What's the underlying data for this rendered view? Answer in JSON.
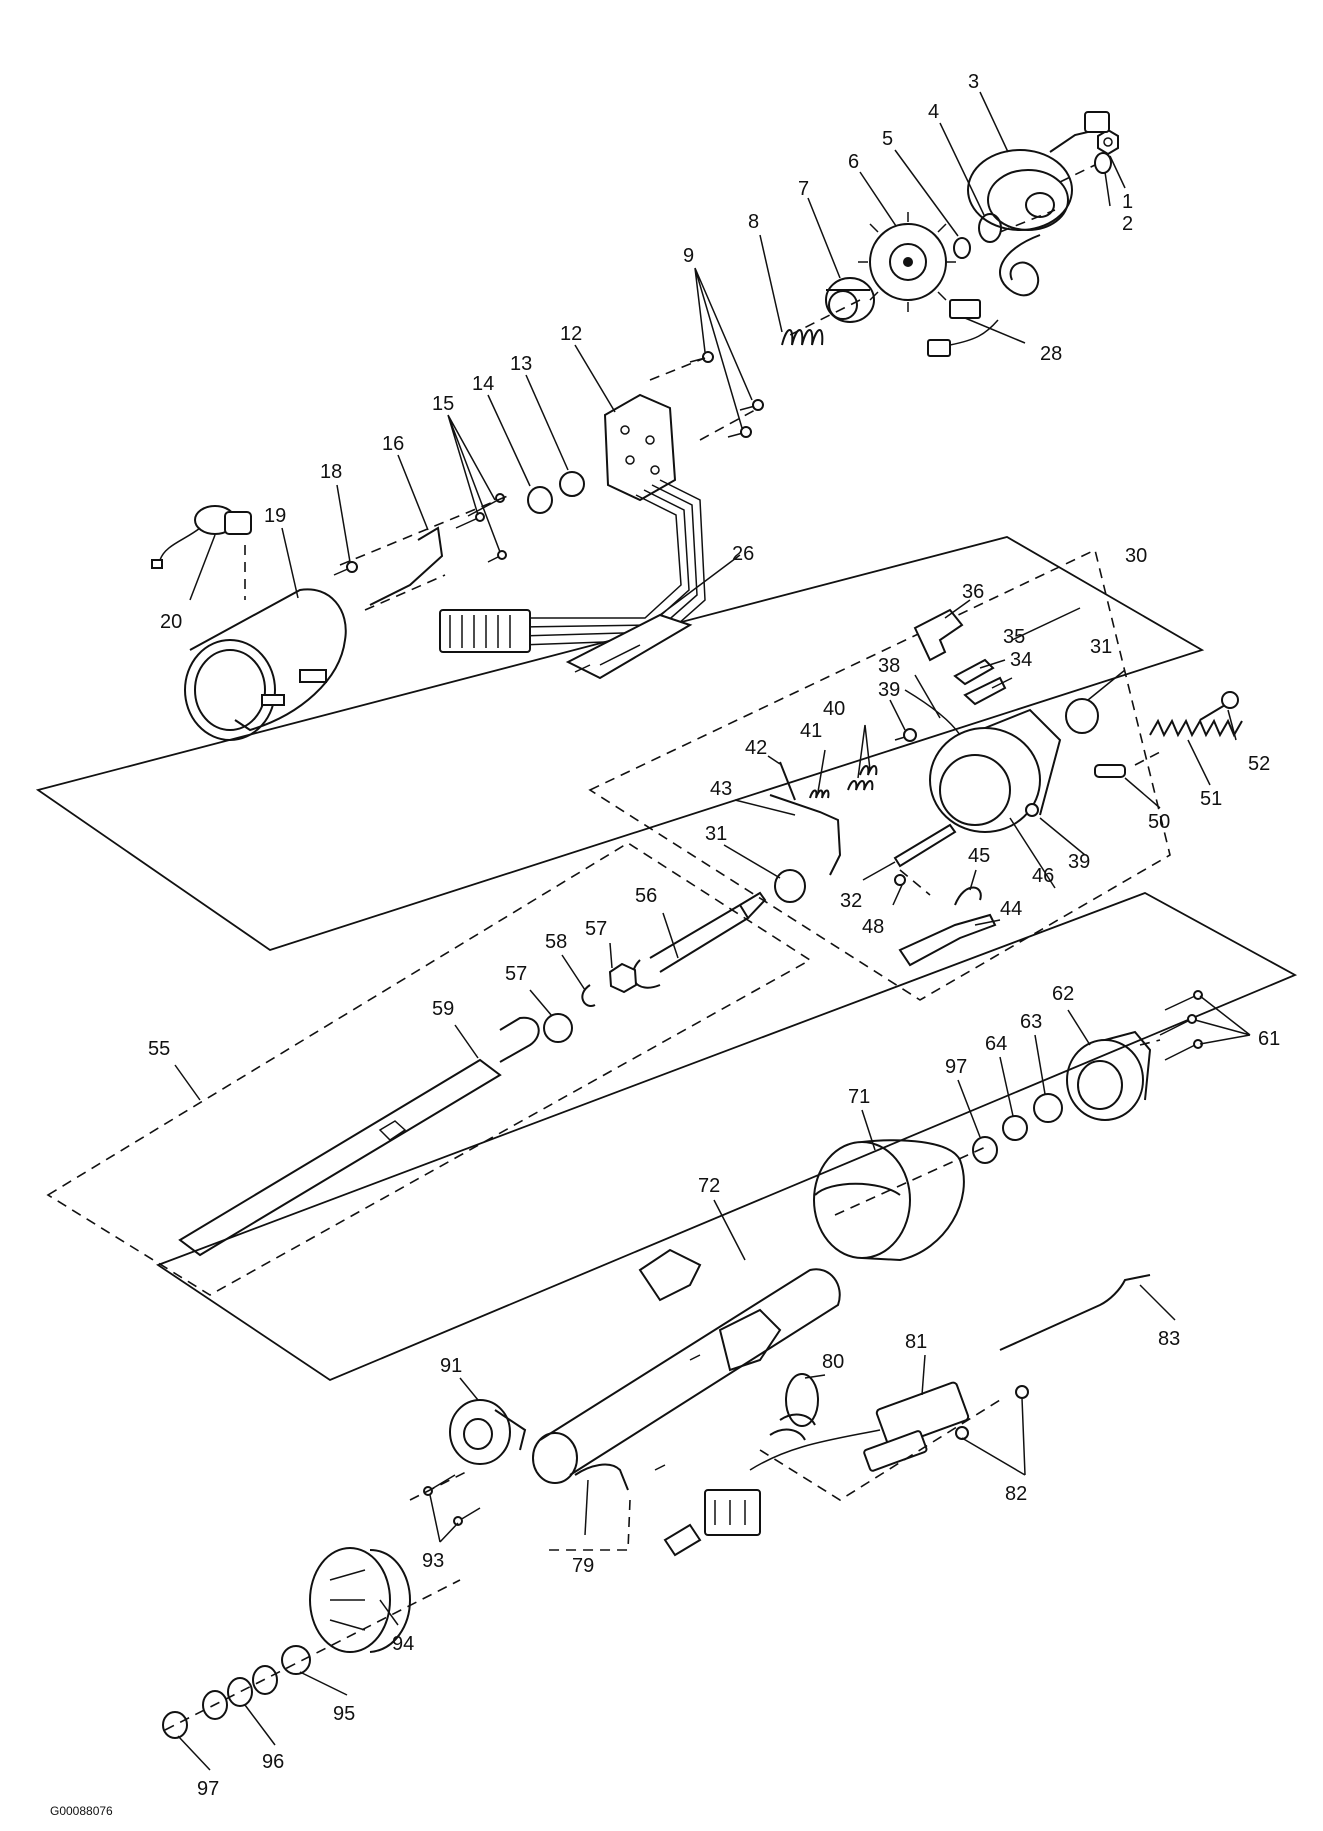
{
  "figure_code": "G00088076",
  "callouts": [
    {
      "id": "c1",
      "text": "1"
    },
    {
      "id": "c2",
      "text": "2"
    },
    {
      "id": "c3",
      "text": "3"
    },
    {
      "id": "c4",
      "text": "4"
    },
    {
      "id": "c5",
      "text": "5"
    },
    {
      "id": "c6",
      "text": "6"
    },
    {
      "id": "c7",
      "text": "7"
    },
    {
      "id": "c8",
      "text": "8"
    },
    {
      "id": "c9",
      "text": "9"
    },
    {
      "id": "c12",
      "text": "12"
    },
    {
      "id": "c13",
      "text": "13"
    },
    {
      "id": "c14",
      "text": "14"
    },
    {
      "id": "c15",
      "text": "15"
    },
    {
      "id": "c16",
      "text": "16"
    },
    {
      "id": "c18",
      "text": "18"
    },
    {
      "id": "c19",
      "text": "19"
    },
    {
      "id": "c20",
      "text": "20"
    },
    {
      "id": "c26",
      "text": "26"
    },
    {
      "id": "c28",
      "text": "28"
    },
    {
      "id": "c30",
      "text": "30"
    },
    {
      "id": "c31a",
      "text": "31"
    },
    {
      "id": "c31b",
      "text": "31"
    },
    {
      "id": "c32",
      "text": "32"
    },
    {
      "id": "c34",
      "text": "34"
    },
    {
      "id": "c35",
      "text": "35"
    },
    {
      "id": "c36",
      "text": "36"
    },
    {
      "id": "c38",
      "text": "38"
    },
    {
      "id": "c39a",
      "text": "39"
    },
    {
      "id": "c39b",
      "text": "39"
    },
    {
      "id": "c40",
      "text": "40"
    },
    {
      "id": "c41",
      "text": "41"
    },
    {
      "id": "c42",
      "text": "42"
    },
    {
      "id": "c43",
      "text": "43"
    },
    {
      "id": "c44",
      "text": "44"
    },
    {
      "id": "c45",
      "text": "45"
    },
    {
      "id": "c46",
      "text": "46"
    },
    {
      "id": "c48",
      "text": "48"
    },
    {
      "id": "c50",
      "text": "50"
    },
    {
      "id": "c51",
      "text": "51"
    },
    {
      "id": "c52",
      "text": "52"
    },
    {
      "id": "c55",
      "text": "55"
    },
    {
      "id": "c56",
      "text": "56"
    },
    {
      "id": "c57a",
      "text": "57"
    },
    {
      "id": "c57b",
      "text": "57"
    },
    {
      "id": "c58",
      "text": "58"
    },
    {
      "id": "c59",
      "text": "59"
    },
    {
      "id": "c61",
      "text": "61"
    },
    {
      "id": "c62",
      "text": "62"
    },
    {
      "id": "c63",
      "text": "63"
    },
    {
      "id": "c64",
      "text": "64"
    },
    {
      "id": "c97a",
      "text": "97"
    },
    {
      "id": "c71",
      "text": "71"
    },
    {
      "id": "c72",
      "text": "72"
    },
    {
      "id": "c79",
      "text": "79"
    },
    {
      "id": "c80",
      "text": "80"
    },
    {
      "id": "c81",
      "text": "81"
    },
    {
      "id": "c82",
      "text": "82"
    },
    {
      "id": "c83",
      "text": "83"
    },
    {
      "id": "c91",
      "text": "91"
    },
    {
      "id": "c93",
      "text": "93"
    },
    {
      "id": "c94",
      "text": "94"
    },
    {
      "id": "c95",
      "text": "95"
    },
    {
      "id": "c96",
      "text": "96"
    },
    {
      "id": "c97b",
      "text": "97"
    }
  ]
}
